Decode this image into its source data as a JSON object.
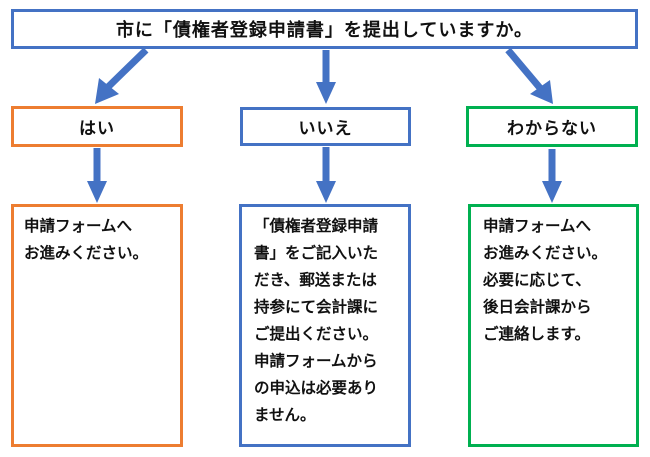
{
  "question": "市に「債権者登録申請書」を提出していますか。",
  "answers": [
    {
      "label": "はい",
      "color": "#ED7D31",
      "lines": [
        "申請フォームへ",
        "お進みください。"
      ]
    },
    {
      "label": "いいえ",
      "color": "#4472C4",
      "lines": [
        "「債権者登録申請",
        "書」をご記入いた",
        "だき、郵送または",
        "持参にて会計課に",
        "ご提出ください。",
        "申請フォームから",
        "の申込は必要あり",
        "ません。"
      ]
    },
    {
      "label": "わからない",
      "color": "#00B050",
      "lines": [
        "申請フォームへ",
        "お進みください。",
        "必要に応じて、",
        "後日会計課から",
        "ご連絡します。"
      ]
    }
  ],
  "arrow_color": "#4472C4"
}
